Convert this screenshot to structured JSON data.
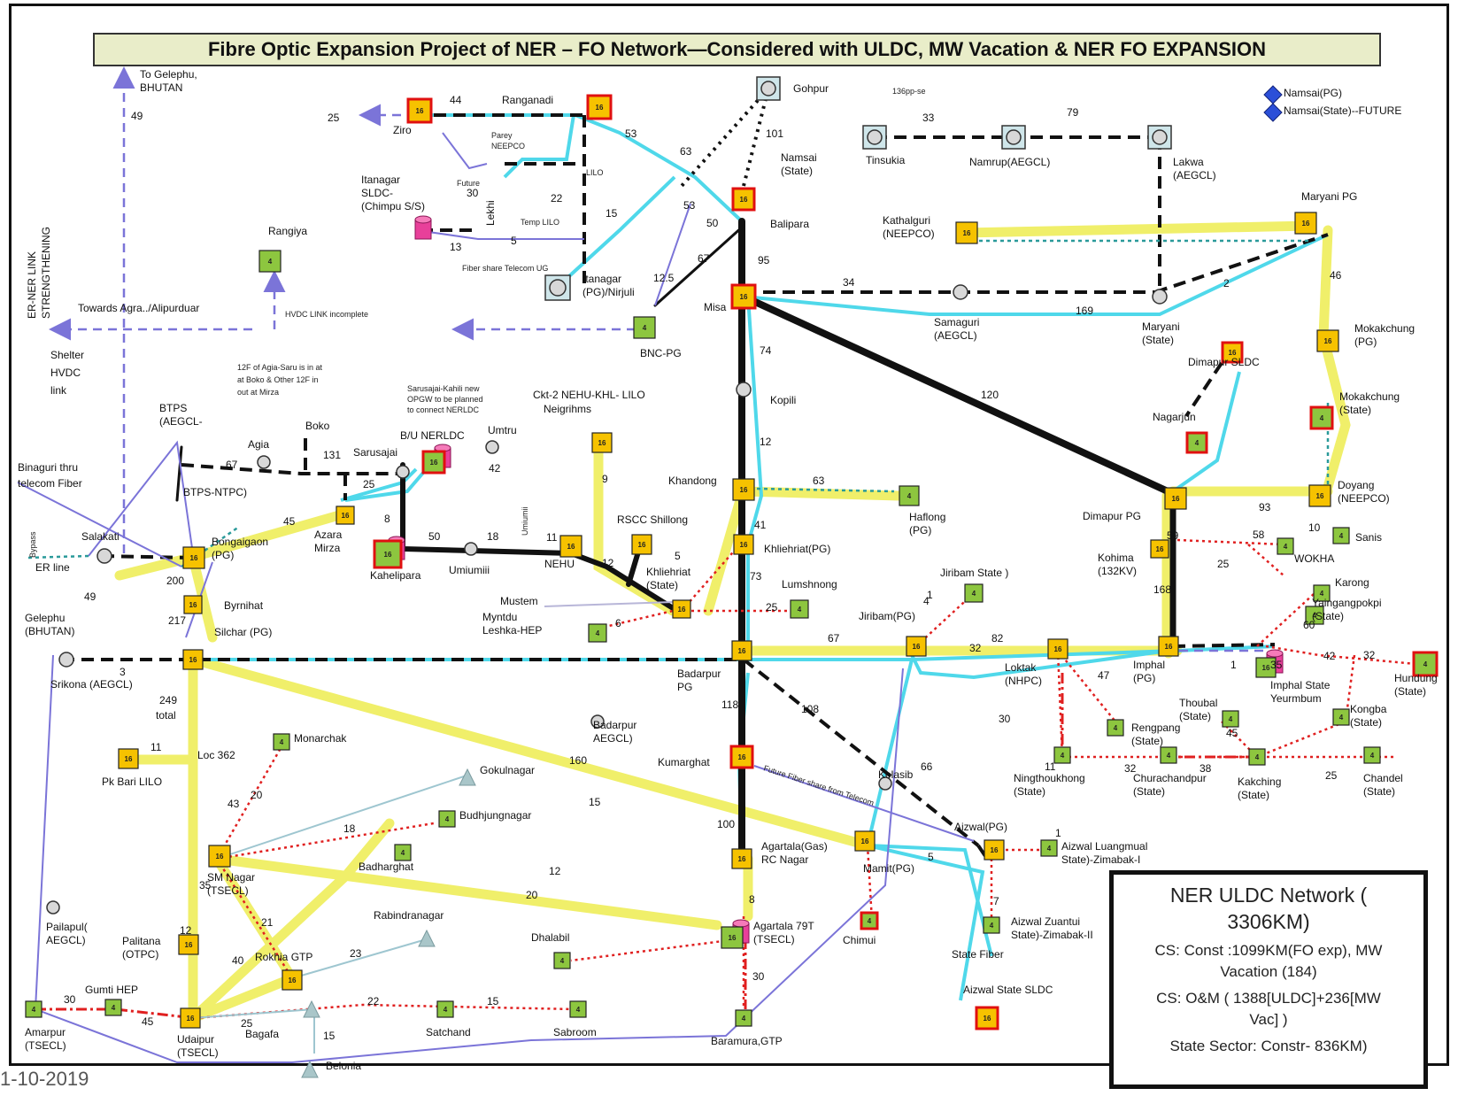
{
  "title": "Fibre Optic Expansion Project of NER – FO Network—Considered with ULDC, MW Vacation & NER FO EXPANSION",
  "legend": {
    "line1": "NER ULDC Network (",
    "line2": "3306KM)",
    "line3": "CS: Const :1099KM(FO exp), MW",
    "line4": "Vacation (184)",
    "line5": "CS: O&M ( 1388[ULDC]+236[MW",
    "line6": "Vac] )",
    "line7": "State Sector: Constr- 836KM)"
  },
  "date": "1-10-2019",
  "colors": {
    "node_fill": "#f6c200",
    "state_fill": "#8dc63f",
    "red_border": "#e01010",
    "cyan_line": "#4fd8ea",
    "yellow_line": "#f0ef6a",
    "pink_db": "#e8409a",
    "blue_dashed": "#7b74d8",
    "red_dotted": "#e02020"
  },
  "nodes": [
    {
      "label": "To Gelephu,",
      "label2": "BHUTAN"
    },
    {
      "label": "Ziro",
      "num": "16"
    },
    {
      "label": "Ranganadi",
      "num": "16"
    },
    {
      "label": "Gohpur"
    },
    {
      "label": "Namsai",
      "label2": "(State)"
    },
    {
      "label": "Tinsukia"
    },
    {
      "label": "Namrup(AEGCL)"
    },
    {
      "label": "Lakwa",
      "label2": "(AEGCL)"
    },
    {
      "label": "Namsai(PG)"
    },
    {
      "label": "Namsai(State)--FUTURE"
    },
    {
      "label": "Itanagar",
      "label2": "SLDC-",
      "label3": "(Chimpu S/S)"
    },
    {
      "label": "Rangiya",
      "num": "4"
    },
    {
      "label": "Balipara",
      "num": "16"
    },
    {
      "label": "Kathalguri",
      "label2": "(NEEPCO)",
      "num": "16"
    },
    {
      "label": "Maryani PG",
      "num": "16"
    },
    {
      "label": "Itanagar",
      "label2": "(PG)/Nirjuli"
    },
    {
      "label": "BNC-PG",
      "num": "4"
    },
    {
      "label": "Misa",
      "num": "16"
    },
    {
      "label": "Samaguri",
      "label2": "(AEGCL)"
    },
    {
      "label": "Maryani",
      "label2": "(State)"
    },
    {
      "label": "Mokakchung",
      "label2": "(PG)",
      "num": "16"
    },
    {
      "label": "Dimapur SLDC",
      "num": "16"
    },
    {
      "label": "Mokakchung",
      "label2": "(State)",
      "num": "4"
    },
    {
      "label": "Nagarjun",
      "num": "4"
    },
    {
      "label": "Kopili"
    },
    {
      "label": "BTPS",
      "label2": "(AEGCL-"
    },
    {
      "label": "Agia"
    },
    {
      "label": "Boko"
    },
    {
      "label": "Sarusajai"
    },
    {
      "label": "B/U NERLDC",
      "num": "16"
    },
    {
      "label": "Umtru"
    },
    {
      "label": "Neigrihms",
      "num": "16"
    },
    {
      "label": "Khandong",
      "num": "16"
    },
    {
      "label": "Haflong",
      "label2": "(PG)",
      "num": "4"
    },
    {
      "label": "Dimapur PG",
      "num": "16"
    },
    {
      "label": "Doyang",
      "label2": "(NEEPCO)",
      "num": "16"
    },
    {
      "label": "Sanis",
      "num": "4"
    },
    {
      "label": "BTPS-NTPC)"
    },
    {
      "label": "Salakati"
    },
    {
      "label": "Bongaigaon",
      "label2": "(PG)",
      "num": "16"
    },
    {
      "label": "Azara",
      "label2": "Mirza",
      "num": "16"
    },
    {
      "label": "Kahelipara",
      "num": "16"
    },
    {
      "label": "Umiumiii"
    },
    {
      "label": "NEHU",
      "num": "16"
    },
    {
      "label": "RSCC Shillong",
      "num": "16"
    },
    {
      "label": "Khliehriat(PG)",
      "num": "16"
    },
    {
      "label": "Khliehriat",
      "label2": "(State)",
      "num": "16"
    },
    {
      "label": "Lumshnong",
      "num": "4"
    },
    {
      "label": "Kohima",
      "label2": "(132KV)",
      "num": "16"
    },
    {
      "label": "WOKHA",
      "num": "4"
    },
    {
      "label": "Karong",
      "num": "4"
    },
    {
      "label": "Byrnihat",
      "num": "16"
    },
    {
      "label": "Mustem"
    },
    {
      "label": "Myntdu",
      "label2": "Leshka-HEP",
      "num": "4"
    },
    {
      "label": "Jiribam State )",
      "num": "4"
    },
    {
      "label": "Jiribam(PG)",
      "num": "16"
    },
    {
      "label": "Yaingangpokpi",
      "label2": "(State)",
      "num": "4"
    },
    {
      "label": "Silchar (PG)",
      "num": "16"
    },
    {
      "label": "Srikona (AEGCL)"
    },
    {
      "label": "Badarpur",
      "label2": "PG",
      "num": "16"
    },
    {
      "label": "Loktak",
      "label2": "(NHPC)",
      "num": "16"
    },
    {
      "label": "Imphal",
      "label2": "(PG)",
      "num": "16"
    },
    {
      "label": "Imphal State",
      "label2": "Yeurmbum",
      "num": "16"
    },
    {
      "label": "Hundung",
      "label2": "(State)",
      "num": "4"
    },
    {
      "label": "Badarpur",
      "label2": "AEGCL)"
    },
    {
      "label": "Rengpang",
      "label2": "(State)",
      "num": "4"
    },
    {
      "label": "Thoubal",
      "label2": "(State)",
      "num": "4"
    },
    {
      "label": "Kongba",
      "label2": "(State)",
      "num": "4"
    },
    {
      "label": "Pk Bari LILO",
      "num": "16"
    },
    {
      "label": "Monarchak",
      "num": "4"
    },
    {
      "label": "Kumarghat",
      "num": "16"
    },
    {
      "label": "Ningthoukhong",
      "label2": "(State)",
      "num": "4"
    },
    {
      "label": "Churachandpur",
      "label2": "(State)",
      "num": "4"
    },
    {
      "label": "Kakching",
      "label2": "(State)",
      "num": "4"
    },
    {
      "label": "Chandel",
      "label2": "(State)",
      "num": "4"
    },
    {
      "label": "Gokulnagar"
    },
    {
      "label": "Budhjungnagar",
      "num": "4"
    },
    {
      "label": "Kolasib"
    },
    {
      "label": "Aizwal(PG)",
      "num": "16"
    },
    {
      "label": "Aizwal Luangmual",
      "label2": "State)-Zimabak-I",
      "num": "4"
    },
    {
      "label": "SM Nagar",
      "label2": "(TSECL)",
      "num": "16"
    },
    {
      "label": "Badharghat",
      "num": "4"
    },
    {
      "label": "Agartala(Gas)",
      "label2": "RC Nagar",
      "num": "16"
    },
    {
      "label": "Mamit(PG)",
      "num": "16"
    },
    {
      "label": "Palitana",
      "label2": "(OTPC)",
      "num": "16"
    },
    {
      "label": "Rabindranagar"
    },
    {
      "label": "Dhalabil",
      "num": "4"
    },
    {
      "label": "Agartala 79T",
      "label2": "(TSECL)",
      "num": "16"
    },
    {
      "label": "Chimui",
      "num": "4"
    },
    {
      "label": "Aizwal Zuantui",
      "label2": "State)-Zimabak-II",
      "num": "4"
    },
    {
      "label": "Rokhia GTP",
      "num": "16"
    },
    {
      "label": "State Fiber"
    },
    {
      "label": "Gumti HEP",
      "num": "4"
    },
    {
      "label": "Amarpur",
      "label2": "(TSECL)",
      "num": "4"
    },
    {
      "label": "Udaipur",
      "label2": "(TSECL)",
      "num": "16"
    },
    {
      "label": "Bagafa"
    },
    {
      "label": "Satchand",
      "num": "4"
    },
    {
      "label": "Sabroom",
      "num": "4"
    },
    {
      "label": "Baramura,GTP",
      "num": "4"
    },
    {
      "label": "Aizwal State SLDC",
      "num": "16"
    },
    {
      "label": "Belonia"
    },
    {
      "label": "Pailapul(",
      "label2": "AEGCL)"
    },
    {
      "label": "Gelephu",
      "label2": "(BHUTAN)"
    }
  ],
  "notes": {
    "ner_link": "ER-NER LINK",
    "strengthening": "STRENGTHENING",
    "towards": "Towards Agra../Alipurduar",
    "hvdc_incomplete": "HVDC LINK incomplete",
    "shelter1": "Shelter",
    "shelter2": "HVDC",
    "shelter3": "link",
    "agia_note1": "12F of Agia-Saru is in at",
    "agia_note2": "at Boko & Other 12F in",
    "agia_note3": "out  at Mirza",
    "saru_note1": "Sarusajai-Kahili new",
    "saru_note2": "OPGW to be planned",
    "saru_note3": "to connect NERLDC",
    "ckt2": "Ckt-2 NEHU-KHL- LILO",
    "binaguri1": "Binaguri thru",
    "binaguri2": "telecom Fiber",
    "erline": "ER line",
    "bypass": "Bypass",
    "lilo": "LILO",
    "temp_lilo": "Temp LILO",
    "fiber_share": "Fiber share  Telecom UG",
    "pareylabel1": "Parey",
    "pareylabel2": "NEEPCO",
    "future": "Future",
    "lekhi": "Lekhi",
    "loc362": "Loc 362",
    "total": "total",
    "future_fiber": "Future  Fiber share from  Telecom",
    "umiam": "Umiumii",
    "top136": "136pp-se",
    "numbers": [
      "44",
      "25",
      "53",
      "101",
      "63",
      "33",
      "79",
      "49",
      "30",
      "22",
      "15",
      "5",
      "13",
      "53",
      "50",
      "67",
      "95",
      "12.5",
      "34",
      "169",
      "2",
      "46",
      "74",
      "120",
      "12",
      "63",
      "41",
      "73",
      "9",
      "131",
      "67",
      "42",
      "25",
      "8",
      "50",
      "18",
      "11",
      "12",
      "5",
      "45",
      "200",
      "49",
      "217",
      "3",
      "249",
      "59",
      "168",
      "93",
      "10",
      "58",
      "25",
      "60",
      "42",
      "32",
      "1",
      "35",
      "82",
      "67",
      "32",
      "25",
      "6",
      "108",
      "118",
      "66",
      "100",
      "11",
      "43",
      "20",
      "18",
      "160",
      "15",
      "12",
      "20",
      "35",
      "21",
      "23",
      "40",
      "12",
      "30",
      "45",
      "22",
      "15",
      "25",
      "15",
      "30",
      "8",
      "5",
      "7",
      "1",
      "11",
      "32",
      "38",
      "25",
      "47",
      "45",
      "30",
      "4",
      "1",
      "25"
    ]
  }
}
